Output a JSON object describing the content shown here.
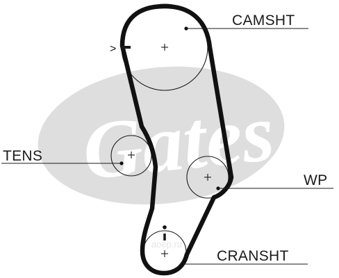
{
  "diagram": {
    "labels": {
      "camshaft": "CAMSHT",
      "tensioner": "TENS",
      "water_pump": "WP",
      "crankshaft": "CRANSHT"
    },
    "timing_mark_symbol": ">",
    "watermark": {
      "logo_text": "Gates",
      "site_text": "aoep.ru"
    },
    "colors": {
      "belt": "#111111",
      "line": "#1a1a1a",
      "watermark": "#dedede"
    }
  }
}
